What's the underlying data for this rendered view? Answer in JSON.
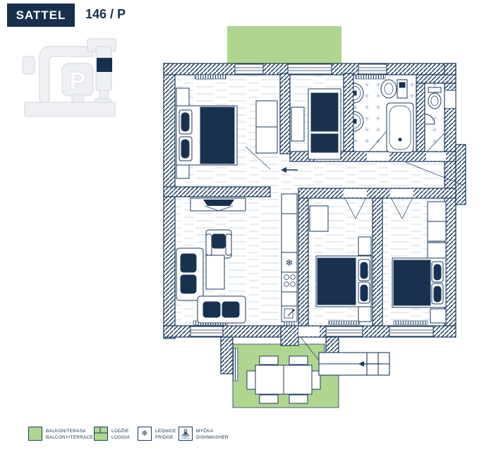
{
  "header": {
    "title": "SATTEL",
    "unit": "146 / P"
  },
  "locator": {
    "label": "P"
  },
  "icons": {
    "snowflake": "❄",
    "fridge_icon_name": "snowflake-icon",
    "dishwasher_icon_name": "spray-icon"
  },
  "legend": {
    "items": [
      {
        "id": "balcony",
        "label_cs": "BALKON/TERASA",
        "label_en": "BALCONY/TERRACE",
        "swatch": "green-square"
      },
      {
        "id": "loggia",
        "label_cs": "LODŽIE",
        "label_en": "LOGGIA",
        "swatch": "green-square-lines"
      },
      {
        "id": "fridge",
        "label_cs": "LEDNICE",
        "label_en": "FRIDGE",
        "swatch": "snowflake-box"
      },
      {
        "id": "dishwasher",
        "label_cs": "MYČKA",
        "label_en": "DISHWASHER",
        "swatch": "spray-box"
      }
    ]
  },
  "colors": {
    "navy": "#1b3a5e",
    "navy_dark": "#17304e",
    "green": "#aed68f",
    "locator_gray": "#eef0f3",
    "locator_border": "#d7dbe0",
    "wood_line": "#ccd8e2",
    "tile_mark": "#a5b7cb"
  }
}
